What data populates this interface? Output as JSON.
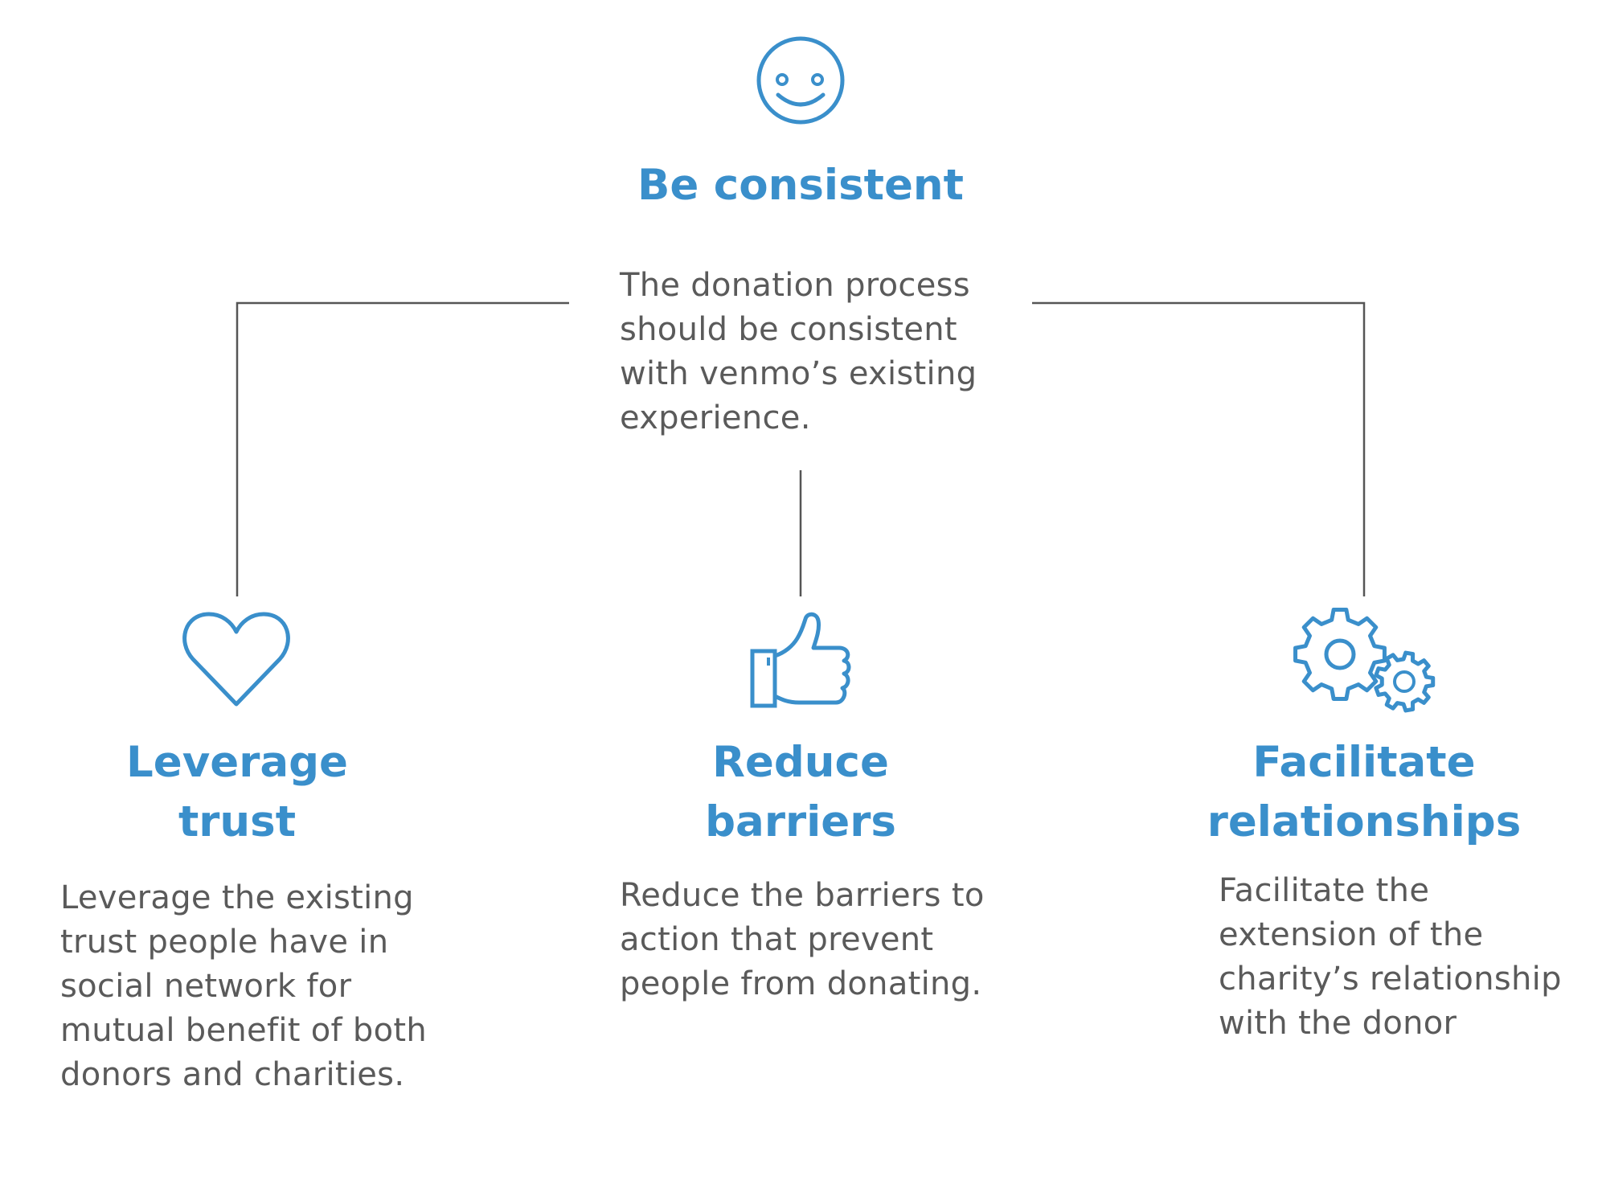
{
  "accent_color": "#3a8fcb",
  "text_color": "#5a5a5a",
  "line_color": "#555555",
  "top": {
    "icon": "smiley-face-icon",
    "title": "Be consistent",
    "description_lines": [
      "The donation process",
      "should be consistent",
      "with venmo’s existing",
      "experience."
    ]
  },
  "branches": [
    {
      "icon": "heart-icon",
      "title_lines": [
        "Leverage",
        "trust"
      ],
      "description_lines": [
        "Leverage the existing",
        "trust people have in",
        "social network for",
        "mutual benefit of both",
        "donors and charities."
      ]
    },
    {
      "icon": "thumbs-up-icon",
      "title_lines": [
        "Reduce",
        "barriers"
      ],
      "description_lines": [
        "Reduce the barriers to",
        "action that prevent",
        "people from donating."
      ]
    },
    {
      "icon": "gears-icon",
      "title_lines": [
        "Facilitate",
        "relationships"
      ],
      "description_lines": [
        "Facilitate the",
        "extension of the",
        "charity’s relationship",
        "with the donor"
      ]
    }
  ]
}
